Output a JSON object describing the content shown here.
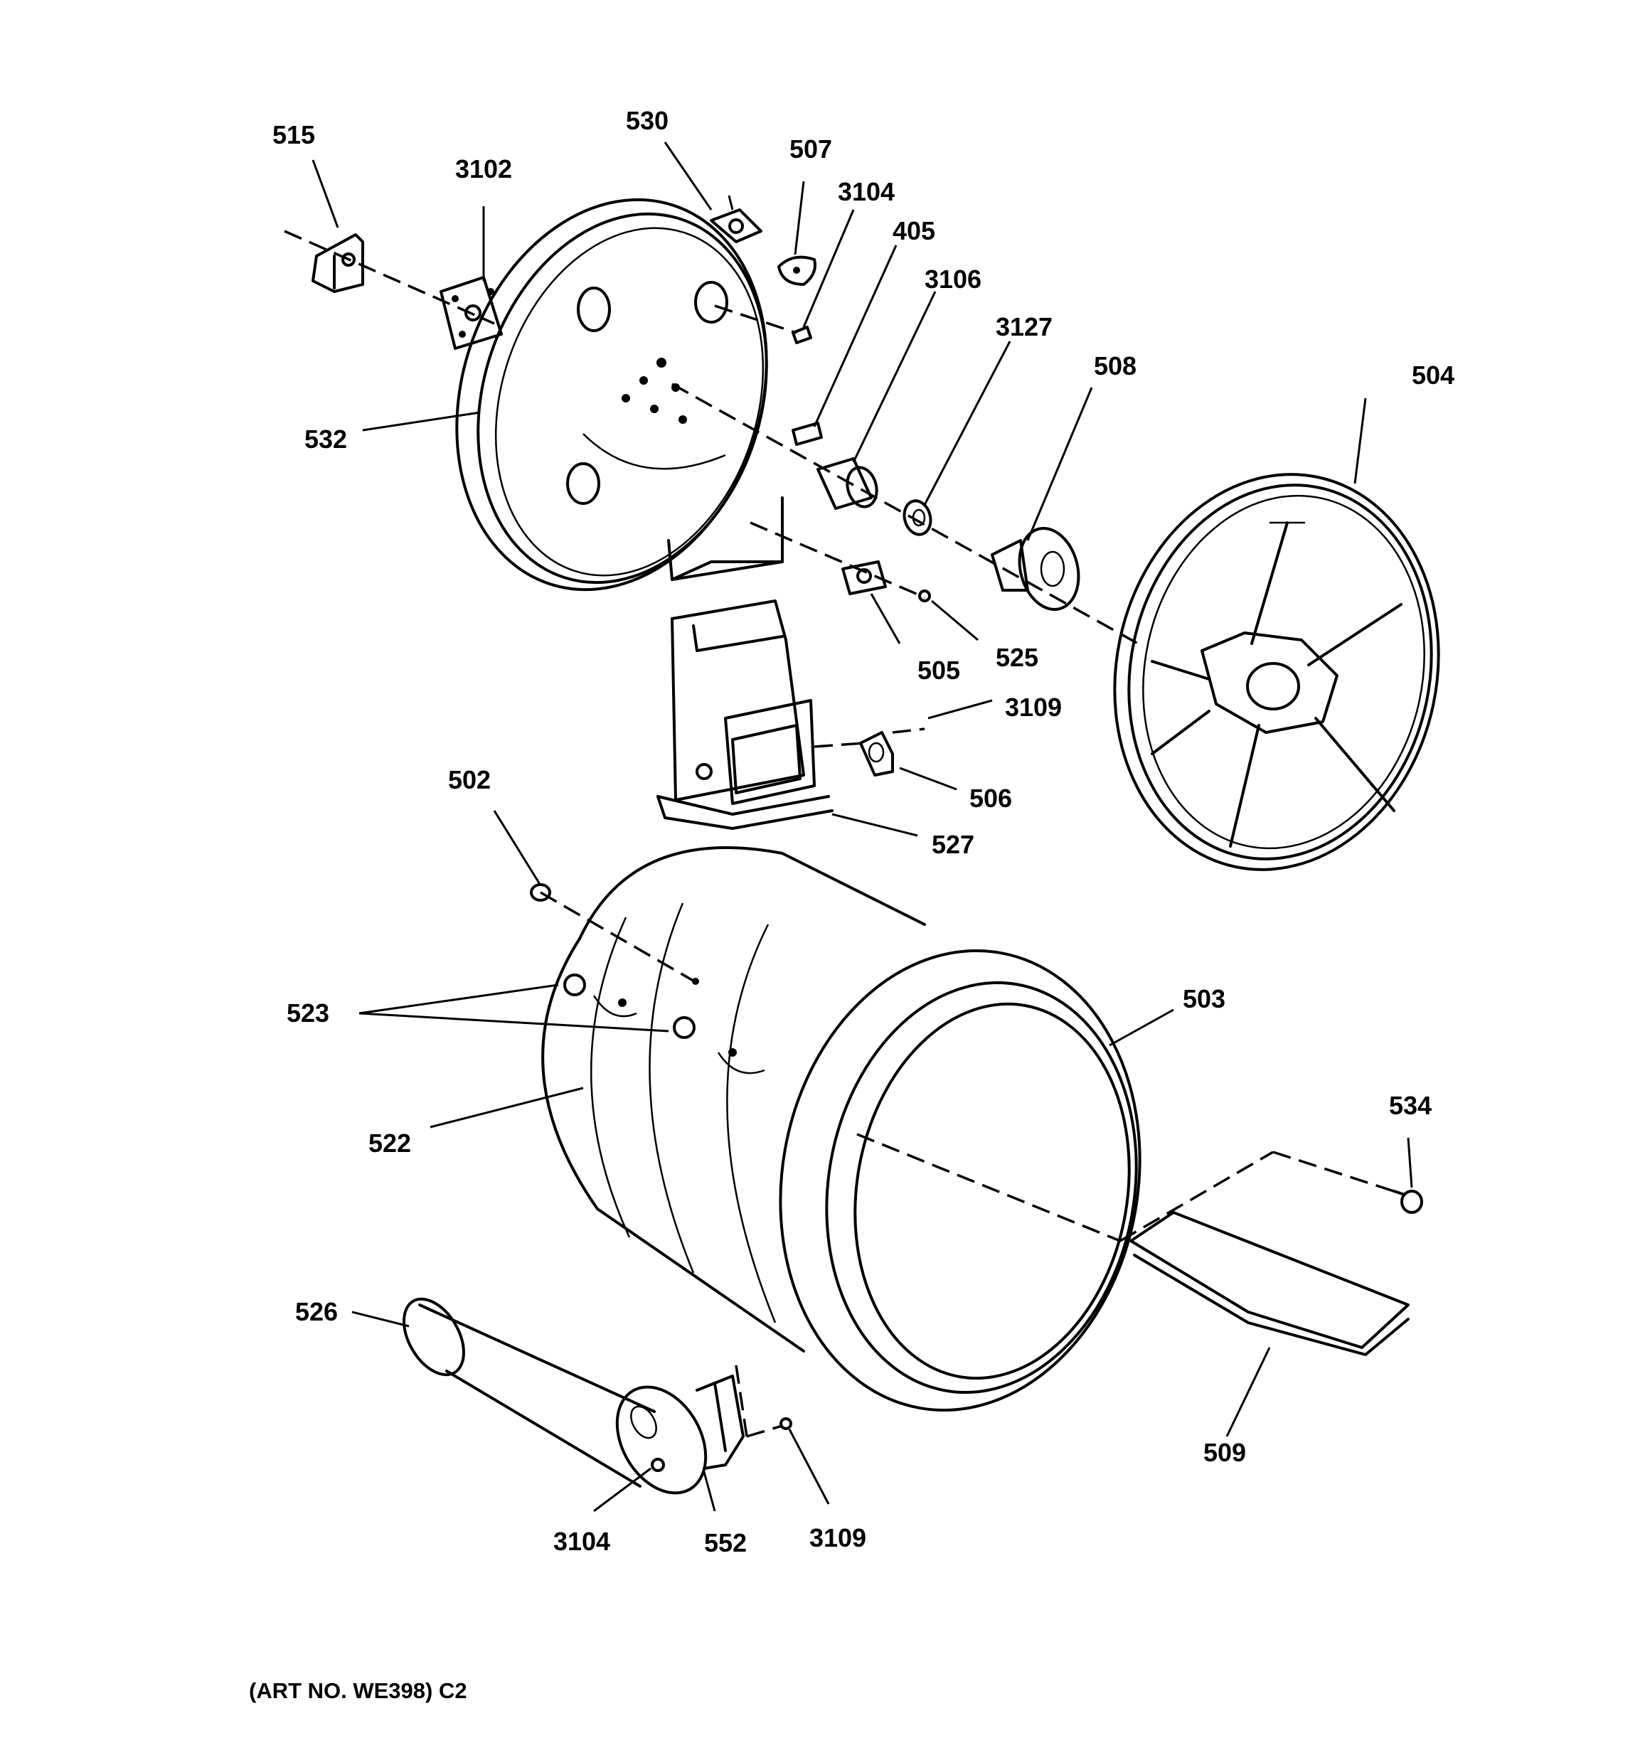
{
  "caption": "(ART NO. WE398) C2",
  "labels": {
    "515": "515",
    "3102": "3102",
    "530": "530",
    "507": "507",
    "3104_top": "3104",
    "405": "405",
    "3106": "3106",
    "3127": "3127",
    "508": "508",
    "504": "504",
    "532": "532",
    "505": "505",
    "525": "525",
    "3109_mid": "3109",
    "506": "506",
    "527": "527",
    "502": "502",
    "503": "503",
    "523": "523",
    "522": "522",
    "534": "534",
    "526": "526",
    "509": "509",
    "3104_bottom": "3104",
    "552": "552",
    "3109_bottom": "3109"
  }
}
